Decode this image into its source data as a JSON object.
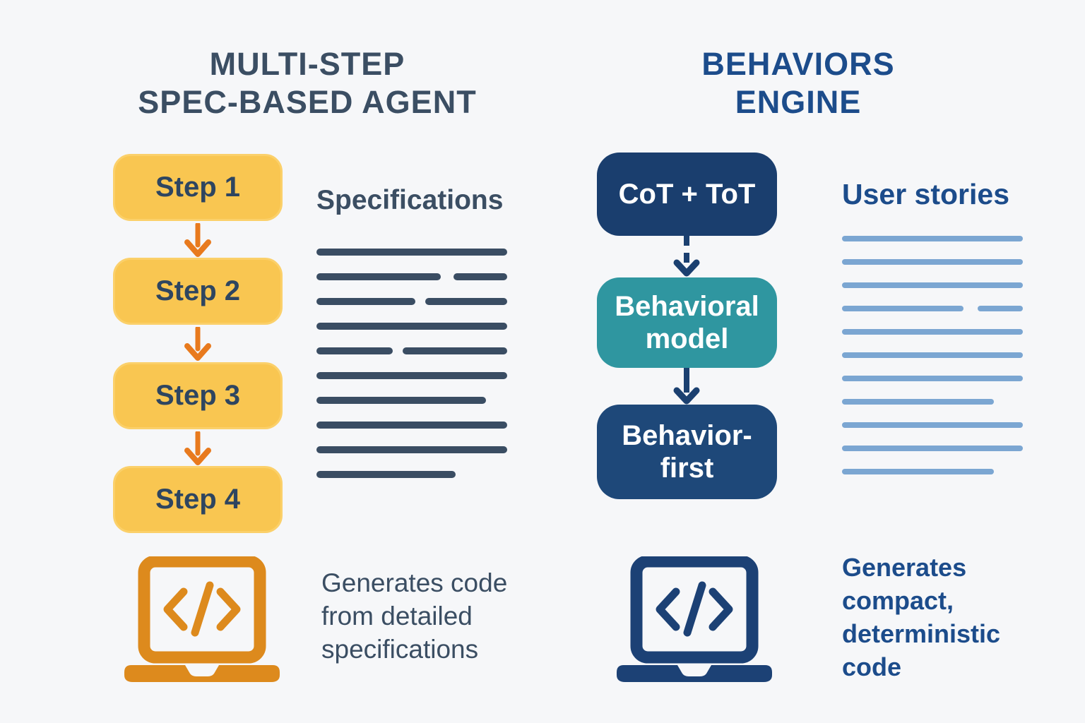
{
  "page": {
    "background": "#f6f7f9"
  },
  "left": {
    "title": "MULTI-STEP\nSPEC-BASED AGENT",
    "title_color": "#3b4e63",
    "steps": [
      "Step 1",
      "Step 2",
      "Step 3",
      "Step 4"
    ],
    "step_box_color": "#f9c651",
    "step_text_color": "#2e4560",
    "arrow_color": "#e87a1e",
    "document": {
      "heading": "Specifications",
      "line_color": "#3a4d63",
      "lines": [
        [
          100
        ],
        [
          65,
          28
        ],
        [
          52,
          43
        ],
        [
          100
        ],
        [
          40,
          55
        ],
        [
          100
        ],
        [
          89
        ],
        [
          100
        ],
        [
          100
        ],
        [
          73
        ]
      ]
    },
    "caption": "Generates code from detailed specifications",
    "laptop_color": "#dd8a1d",
    "icons": {
      "laptop": "laptop-code-icon",
      "arrow": "arrow-down-icon"
    }
  },
  "right": {
    "title": "BEHAVIORS\nENGINE",
    "title_color": "#1c4c8b",
    "nodes": [
      {
        "label": "CoT + ToT",
        "color": "#1a3e6e"
      },
      {
        "label": "Behavioral model",
        "color": "#2f96a0"
      },
      {
        "label": "Behavior-first",
        "color": "#1e4879"
      }
    ],
    "arrow_color": "#1b4070",
    "arrow_styles": [
      "dashed",
      "solid"
    ],
    "document": {
      "heading": "User stories",
      "line_color": "#7ba6d2",
      "lines": [
        [
          100
        ],
        [
          100
        ],
        [
          100
        ],
        [
          67,
          25
        ],
        [
          100
        ],
        [
          100
        ],
        [
          100
        ],
        [
          84
        ],
        [
          100
        ],
        [
          100
        ],
        [
          84
        ]
      ]
    },
    "caption": "Generates compact, deterministic code",
    "laptop_color": "#1c4175",
    "icons": {
      "laptop": "laptop-code-icon",
      "arrow": "arrow-down-icon"
    }
  }
}
